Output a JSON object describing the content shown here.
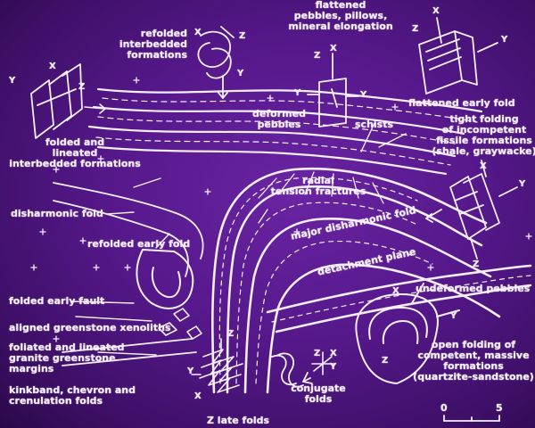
{
  "labels": {
    "flattened_pebbles": [
      "flattened",
      "pebbles, pillows,",
      "mineral elongation"
    ],
    "refolded_interbedded": [
      "refolded",
      "interbedded",
      "formations"
    ],
    "deformed_pebbles": [
      "deformed",
      "pebbles"
    ],
    "schists": "schists",
    "flattened_early_fold": "flattened early fold",
    "tight_folding": [
      "tight folding",
      "of incompetent",
      "fissile formations",
      "(shale, graywacke)"
    ],
    "folded_lineated": [
      "folded and",
      "lineated",
      "interbedded formations"
    ],
    "disharmonic_fold": "disharmonic fold",
    "radial_tension": [
      "radial",
      "tension fractures"
    ],
    "refolded_early_fold": "refolded early fold",
    "major_disharmonic_fold": "major disharmonic fold",
    "detachment_plane": "detachment plane",
    "folded_early_fault": "folded early fault",
    "undeformed_pebbles": "undeformed pebbles",
    "aligned_greenstone": "aligned greenstone xenoliths",
    "foliated_lineated": [
      "foliated and lineated",
      "granite greenstone",
      "margins"
    ],
    "open_folding": [
      "open folding of",
      "competent, massive",
      "formations",
      "(quartzite-sandstone)"
    ],
    "kinkband": [
      "kinkband, chevron and",
      "crenulation folds"
    ],
    "conjugate_folds": [
      "conjugate",
      "folds"
    ],
    "z_late_folds": "Z late folds"
  },
  "axes": {
    "x": "X",
    "y": "Y",
    "z": "Z"
  },
  "scale": {
    "start": "0",
    "end": "5"
  },
  "colors": {
    "background": "#55188a",
    "ink": "#f4eefa"
  }
}
